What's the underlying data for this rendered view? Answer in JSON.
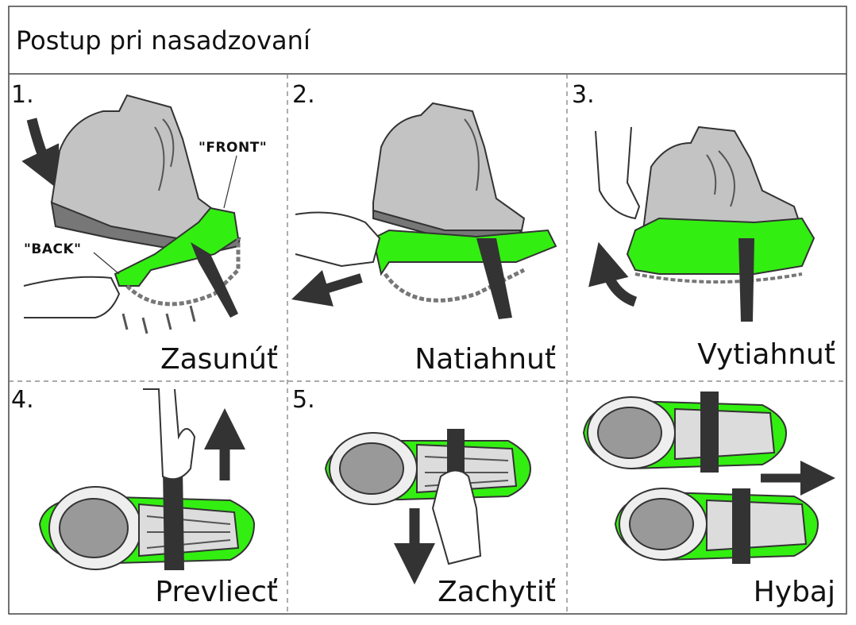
{
  "title": "Postup pri nasadzovaní",
  "labels": {
    "front": "\"FRONT\"",
    "back": "\"BACK\""
  },
  "steps": [
    {
      "number": "1.",
      "caption": "Zasunúť"
    },
    {
      "number": "2.",
      "caption": "Natiahnuť"
    },
    {
      "number": "3.",
      "caption": "Vytiahnuť"
    },
    {
      "number": "4.",
      "caption": "Prevliecť"
    },
    {
      "number": "5.",
      "caption": "Zachytiť"
    },
    {
      "number": "",
      "caption": "Hybaj"
    }
  ],
  "colors": {
    "rubber": "#33ee11",
    "strap": "#333333",
    "boot": "#bdbdbd",
    "arrow": "#333333"
  }
}
